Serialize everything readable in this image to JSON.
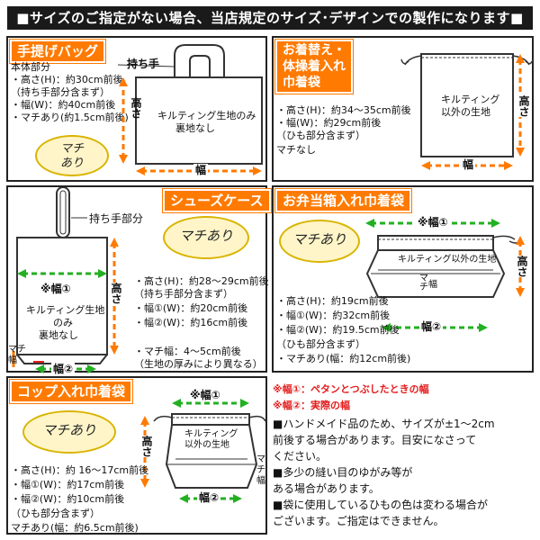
{
  "banner": "■サイズのご指定がない場合、当店規定のサイズ･デザインでの製作になります■",
  "tote": {
    "title": "手提げバッグ",
    "section_label": "本体部分",
    "lines": [
      "・高さ(H)：約30cm前後",
      "（持ち手部分含まず）",
      "・幅(W)：約40cm前後",
      "・マチあり(約1.5cm前後)"
    ],
    "handle_label": "持ち手",
    "height_label": "高さ",
    "width_label": "幅",
    "inner_label": [
      "キルティング生地のみ",
      "裏地なし"
    ],
    "gusset_bubble": [
      "マチ",
      "あり"
    ]
  },
  "clothes": {
    "title": [
      "お着替え・",
      "体操着入れ",
      "巾着袋"
    ],
    "lines": [
      "・高さ(H)：約34～35cm前後",
      "・幅(W)：約29cm前後",
      "（ひも部分含まず）",
      "マチなし"
    ],
    "inner_label": [
      "キルティング",
      "以外の生地"
    ],
    "height_label": "高さ",
    "width_label": "幅"
  },
  "shoes": {
    "title": "シューズケース",
    "handle_label": "持ち手部分",
    "width1_label": "※幅①",
    "height_label": "高さ",
    "inner_label": [
      "キルティング生地",
      "のみ",
      "裏地なし"
    ],
    "gusset_label": [
      "マチ",
      "幅"
    ],
    "width2_label": "幅②",
    "gusset_bubble": "マチあり",
    "lines": [
      "・高さ(H)：約28～29cm前後",
      "（持ち手部分含まず）",
      "・幅①(W)：約20cm前後",
      "・幅②(W)：約16cm前後",
      "",
      "・マチ幅：4～5cm前後",
      "（生地の厚みにより異なる）"
    ]
  },
  "lunch": {
    "title": "お弁当箱入れ巾着袋",
    "gusset_bubble": "マチあり",
    "width1_label": "※幅①",
    "inner_label": "キルティング以外の生地",
    "gusset_label": [
      "マ",
      "チ",
      "幅"
    ],
    "width2_label": "幅②",
    "height_label": "高さ",
    "lines": [
      "・高さ(H)：約19cm前後",
      "・幅①(W)：約32cm前後",
      "・幅②(W)：約19.5cm前後",
      "（ひも部分含まず）",
      "・マチあり(幅：約12cm前後)"
    ]
  },
  "cup": {
    "title": "コップ入れ巾着袋",
    "gusset_bubble": "マチあり",
    "width1_label": "※幅①",
    "inner_label": [
      "キルティング",
      "以外の生地"
    ],
    "height_label": "高さ",
    "gusset_label": [
      "マ",
      "チ",
      "幅"
    ],
    "width2_label": "幅②",
    "lines": [
      "・高さ(H)：約 16～17cm前後",
      "・幅①(W)：約17cm前後",
      "・幅②(W)：約10cm前後",
      "（ひも部分含まず）",
      "マチあり(幅：約6.5cm前後)"
    ]
  },
  "notes": {
    "red1": "※幅①：ペタンとつぶしたときの幅",
    "red2": "※幅②：実際の幅",
    "paragraphs": [
      "■ハンドメイド品のため、サイズが±1～2cm",
      "前後する場合があります。目安になさって",
      "ください。",
      "■多少の縫い目のゆがみ等が",
      "ある場合があります。",
      "■袋に使用しているひもの色は変わる場合が",
      "ございます。ご指定はできません。"
    ]
  },
  "colors": {
    "orange": "#ff7a00",
    "green": "#22b022",
    "red": "#e41b1b",
    "bubble": "#fff5c8",
    "border": "#222222"
  }
}
